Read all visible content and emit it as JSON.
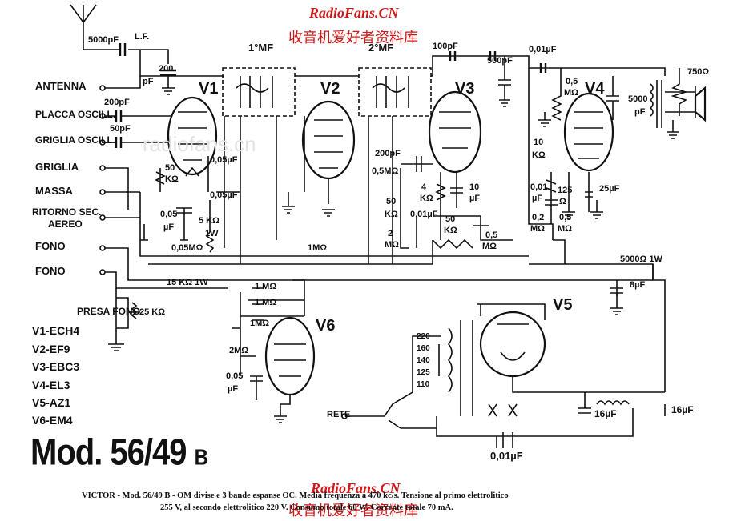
{
  "watermark": {
    "site": "RadioFans.CN",
    "cn": "收音机爱好者资料库",
    "faint": "radiofans.cn"
  },
  "inputs": [
    "ANTENNA",
    "PLACCA OSCILL.",
    "GRIGLIA OSCILL.",
    "GRIGLIA",
    "MASSA",
    "RITORNO SEC.",
    "AEREO",
    "FONO",
    "FONO",
    "PRESA FONO"
  ],
  "tubes": {
    "v1": "V1",
    "v2": "V2",
    "v3": "V3",
    "v4": "V4",
    "v5": "V5",
    "v6": "V6"
  },
  "tube_list": [
    "V1-ECH4",
    "V2-EF9",
    "V3-EBC3",
    "V4-EL3",
    "V5-AZ1",
    "V6-EM4"
  ],
  "model": "Mod. 56/49",
  "model_suffix": "B",
  "components": {
    "c_ant": "5000pF",
    "lf": "L.F.",
    "c200a": "200",
    "pf_a": "pF",
    "c200b": "200pF",
    "c50": "50pF",
    "mf1": "1°MF",
    "mf2": "2°MF",
    "c100": "100pF",
    "c500": "500pF",
    "c001a": "0,01µF",
    "r750": "750Ω",
    "r05a": "0,5",
    "m_a": "MΩ",
    "c5000": "5000",
    "pf_b": "pF",
    "r50k": "50",
    "k_a": "KΩ",
    "c005a": "0,05µF",
    "c005b": "0,05µF",
    "c005c": "0,05",
    "uf_a": "µF",
    "r5k": "5 KΩ",
    "w1": "1W",
    "r005": "0,05MΩ",
    "r1m": "1MΩ",
    "r15k": "15 KΩ 1W",
    "c200c": "200pF",
    "r05b": "0,5MΩ",
    "r4k": "4",
    "k_b": "KΩ",
    "c10": "10",
    "uf_b": "µF",
    "r50b": "50",
    "k_c": "KΩ",
    "c001b": "0,01µF",
    "r2m": "2",
    "m_b": "MΩ",
    "r50c": "50",
    "k_d": "KΩ",
    "r05c": "0,5",
    "m_c": "MΩ",
    "r10k": "10",
    "k_e": "KΩ",
    "c001c": "0,01",
    "uf_c": "µF",
    "r125": "125",
    "om": "Ω",
    "c25": "25µF",
    "r02": "0,2",
    "m_d": "MΩ",
    "r05d": "0,5",
    "m_e": "MΩ",
    "r5000": "5000Ω 1W",
    "c8": "8µF",
    "r25k": "25 KΩ",
    "r1m_a": "1 MΩ",
    "r1m_b": "1 MΩ",
    "r1m_c": "1MΩ",
    "r2m_b": "2MΩ",
    "c005d": "0,05",
    "uf_d": "µF",
    "rete": "RETE",
    "t220": "220",
    "t160": "160",
    "t140": "140",
    "t125": "125",
    "t110": "110",
    "c16a": "16µF",
    "c16b": "16µF",
    "c001d": "0,01µF"
  },
  "caption": {
    "line1": "VICTOR - Mod. 56/49 B - OM divise e 3 bande espanse OC. Media frequenza a 470 kc/s. Tensione al primo elettrolitico",
    "line2": "255 V, al secondo elettrolitico 220 V. Consumo totale 60 W. Corrente totale 70 mA."
  }
}
